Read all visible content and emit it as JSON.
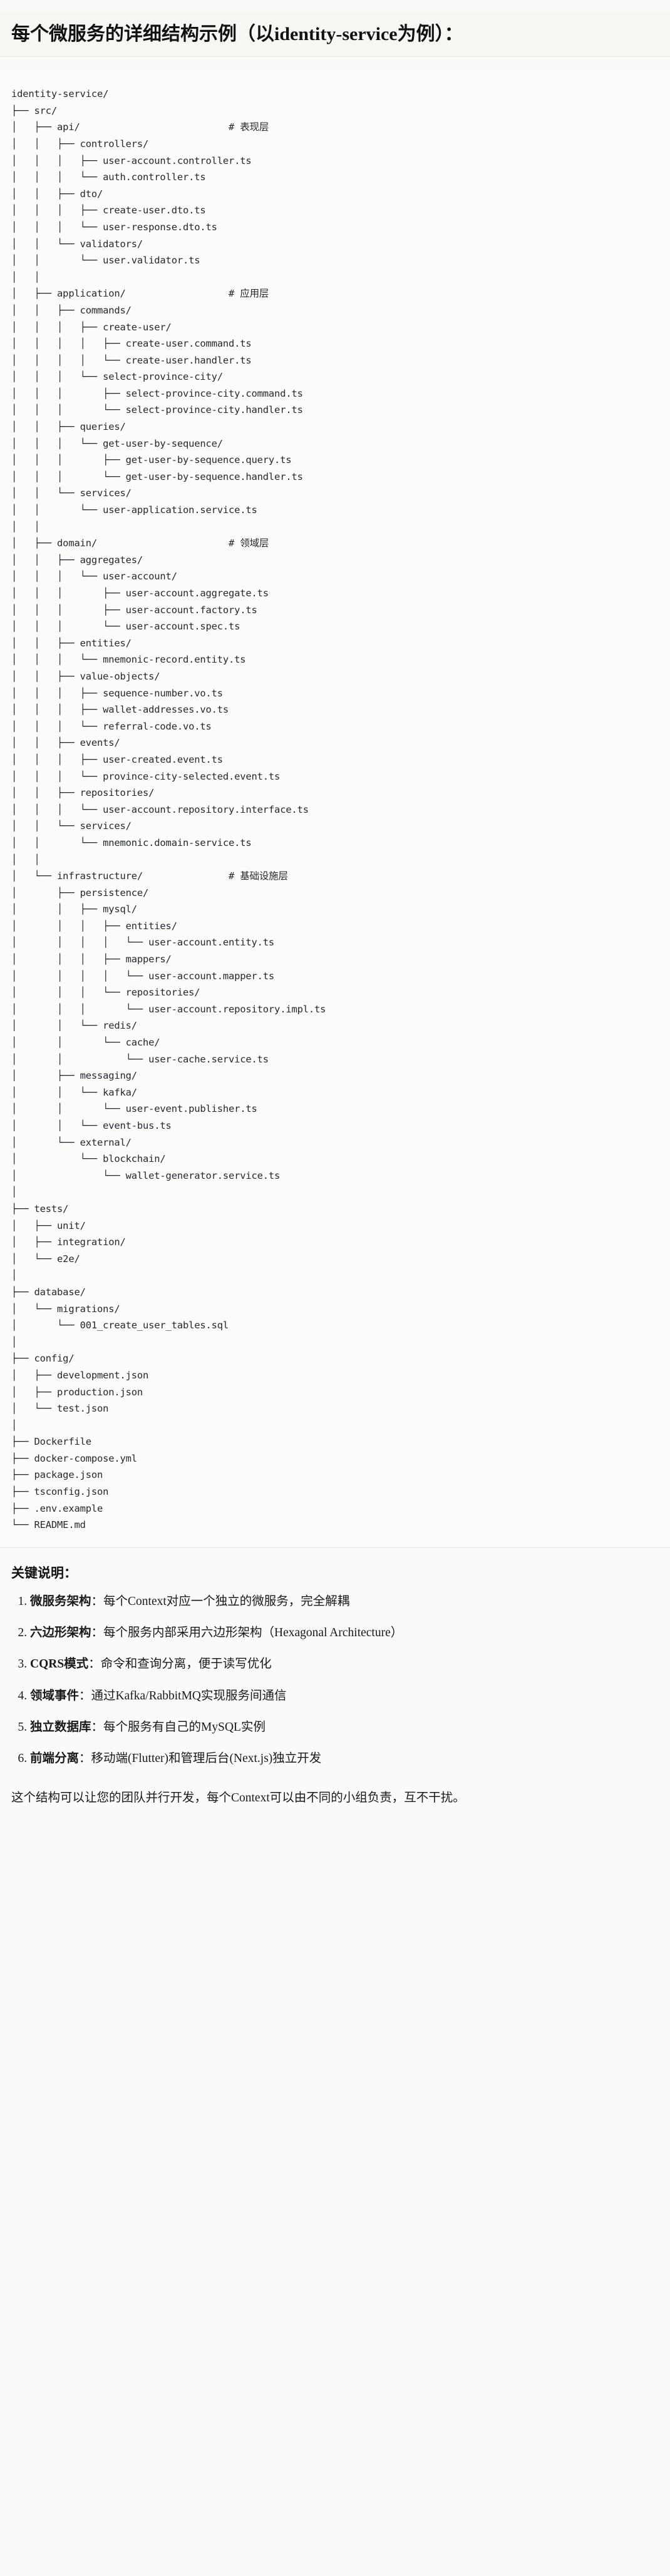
{
  "header": {
    "title": "每个微服务的详细结构示例（以identity-service为例）："
  },
  "tree": {
    "root": "identity-service/",
    "lines": [
      "identity-service/",
      "├── src/",
      "│   ├── api/                          # 表现层",
      "│   │   ├── controllers/",
      "│   │   │   ├── user-account.controller.ts",
      "│   │   │   └── auth.controller.ts",
      "│   │   ├── dto/",
      "│   │   │   ├── create-user.dto.ts",
      "│   │   │   └── user-response.dto.ts",
      "│   │   └── validators/",
      "│   │       └── user.validator.ts",
      "│   │",
      "│   ├── application/                  # 应用层",
      "│   │   ├── commands/",
      "│   │   │   ├── create-user/",
      "│   │   │   │   ├── create-user.command.ts",
      "│   │   │   │   └── create-user.handler.ts",
      "│   │   │   └── select-province-city/",
      "│   │   │       ├── select-province-city.command.ts",
      "│   │   │       └── select-province-city.handler.ts",
      "│   │   ├── queries/",
      "│   │   │   └── get-user-by-sequence/",
      "│   │   │       ├── get-user-by-sequence.query.ts",
      "│   │   │       └── get-user-by-sequence.handler.ts",
      "│   │   └── services/",
      "│   │       └── user-application.service.ts",
      "│   │",
      "│   ├── domain/                       # 领域层",
      "│   │   ├── aggregates/",
      "│   │   │   └── user-account/",
      "│   │   │       ├── user-account.aggregate.ts",
      "│   │   │       ├── user-account.factory.ts",
      "│   │   │       └── user-account.spec.ts",
      "│   │   ├── entities/",
      "│   │   │   └── mnemonic-record.entity.ts",
      "│   │   ├── value-objects/",
      "│   │   │   ├── sequence-number.vo.ts",
      "│   │   │   ├── wallet-addresses.vo.ts",
      "│   │   │   └── referral-code.vo.ts",
      "│   │   ├── events/",
      "│   │   │   ├── user-created.event.ts",
      "│   │   │   └── province-city-selected.event.ts",
      "│   │   ├── repositories/",
      "│   │   │   └── user-account.repository.interface.ts",
      "│   │   └── services/",
      "│   │       └── mnemonic.domain-service.ts",
      "│   │",
      "│   └── infrastructure/               # 基础设施层",
      "│       ├── persistence/",
      "│       │   ├── mysql/",
      "│       │   │   ├── entities/",
      "│       │   │   │   └── user-account.entity.ts",
      "│       │   │   ├── mappers/",
      "│       │   │   │   └── user-account.mapper.ts",
      "│       │   │   └── repositories/",
      "│       │   │       └── user-account.repository.impl.ts",
      "│       │   └── redis/",
      "│       │       └── cache/",
      "│       │           └── user-cache.service.ts",
      "│       ├── messaging/",
      "│       │   └── kafka/",
      "│       │       └── user-event.publisher.ts",
      "│       │   └── event-bus.ts",
      "│       └── external/",
      "│           └── blockchain/",
      "│               └── wallet-generator.service.ts",
      "│",
      "├── tests/",
      "│   ├── unit/",
      "│   ├── integration/",
      "│   └── e2e/",
      "│",
      "├── database/",
      "│   └── migrations/",
      "│       └── 001_create_user_tables.sql",
      "│",
      "├── config/",
      "│   ├── development.json",
      "│   ├── production.json",
      "│   └── test.json",
      "│",
      "├── Dockerfile",
      "├── docker-compose.yml",
      "├── package.json",
      "├── tsconfig.json",
      "├── .env.example",
      "└── README.md"
    ],
    "comments": [
      "# 表现层",
      "# 应用层",
      "# 领域层",
      "# 基础设施层"
    ]
  },
  "notes": {
    "title": "关键说明：",
    "items": [
      {
        "term": "微服务架构",
        "sep": "：",
        "desc": "每个Context对应一个独立的微服务，完全解耦"
      },
      {
        "term": "六边形架构",
        "sep": "：",
        "desc": "每个服务内部采用六边形架构（Hexagonal Architecture）"
      },
      {
        "term": "CQRS模式",
        "sep": "：",
        "desc": "命令和查询分离，便于读写优化"
      },
      {
        "term": "领域事件",
        "sep": "：",
        "desc": "通过Kafka/RabbitMQ实现服务间通信"
      },
      {
        "term": "独立数据库",
        "sep": "：",
        "desc": "每个服务有自己的MySQL实例"
      },
      {
        "term": "前端分离",
        "sep": "：",
        "desc": "移动端(Flutter)和管理后台(Next.js)独立开发"
      }
    ],
    "closing": "这个结构可以让您的团队并行开发，每个Context可以由不同的小组负责，互不干扰。"
  }
}
